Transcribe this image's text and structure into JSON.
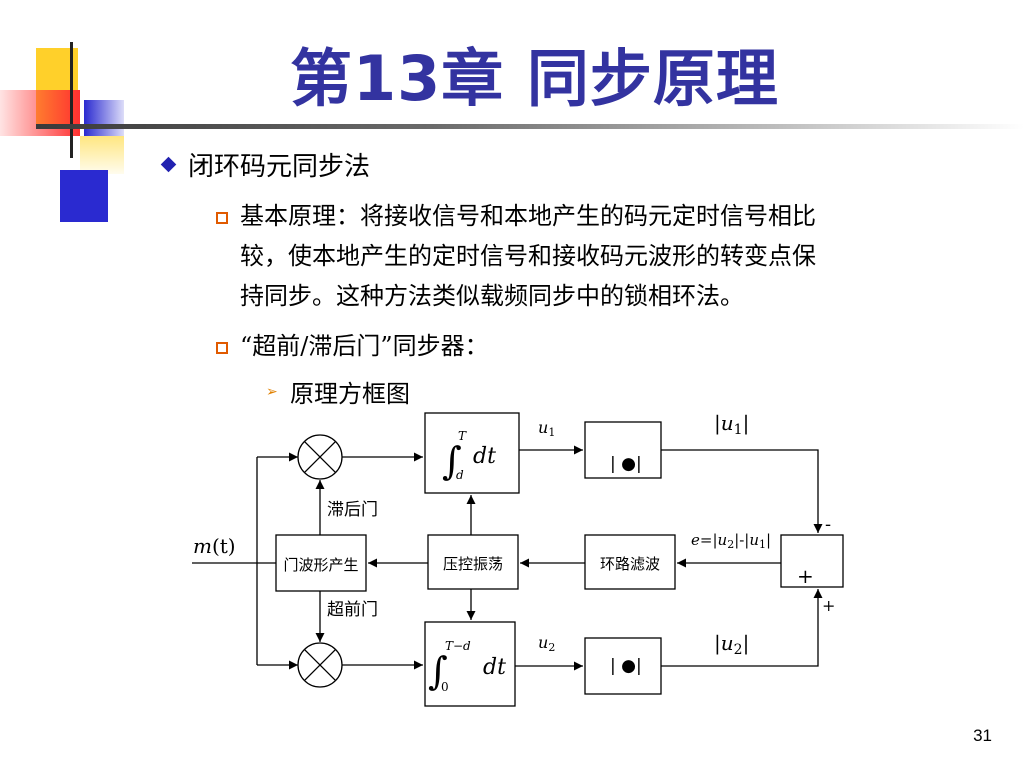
{
  "title": "第13章 同步原理",
  "bullets": {
    "level1": "闭环码元同步法",
    "item1_line1": "基本原理：将接收信号和本地产生的码元定时信号相比",
    "item1_line2": "较，使本地产生的定时信号和接收码元波形的转变点保",
    "item1_line3": "持同步。这种方法类似载频同步中的锁相环法。",
    "item2": "“超前/滞后门”同步器：",
    "sub_item": "原理方框图",
    "sub_marker": "➢"
  },
  "diagram": {
    "input_m": "m",
    "input_t": "(t)",
    "gate_gen": "门波形产生",
    "late_gate": "滞后门",
    "early_gate": "超前门",
    "vco": "压控振荡",
    "loop_filter": "环路滤波",
    "abs_top": "| ●|",
    "abs_bot": "| ●|",
    "int_sign": "∫",
    "int_top_upper": "T",
    "int_top_lower": "d",
    "int_top_body": "dt",
    "int_bot_upper": "T−d",
    "int_bot_lower": "0",
    "int_bot_body": "dt",
    "u1_var": "u",
    "u1_sub": "1",
    "u2_var": "u",
    "u2_sub": "2",
    "absu1_l": "|",
    "absu1_var": "u",
    "absu1_sub": "1",
    "absu1_r": "|",
    "absu2_l": "|",
    "absu2_var": "u",
    "absu2_sub": "2",
    "absu2_r": "|",
    "e_var": "e",
    "e_mid1": "=|",
    "e_u2": "u",
    "e_u2_sub": "2",
    "e_mid2": "|-|",
    "e_u1": "u",
    "e_u1_sub": "1",
    "e_end": "|",
    "minus_sign": "-",
    "plus_inner": "+",
    "plus_outer": "+"
  },
  "page_number": "31",
  "colors": {
    "title": "#3333a0",
    "deco_yellow": "#ffd02a",
    "deco_red": "#ff3a3a",
    "deco_blue": "#2a2ad0",
    "bullet_blue": "#2222b0",
    "bullet_orange": "#e05a00"
  }
}
